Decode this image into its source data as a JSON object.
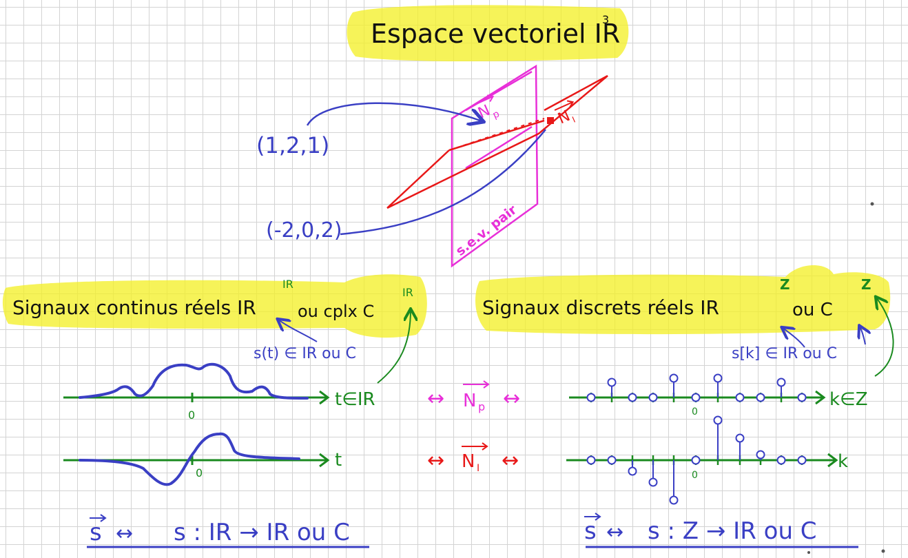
{
  "colors": {
    "highlight": "#f4f02a",
    "blue": "#3a3fc4",
    "green": "#1a8a1f",
    "magenta": "#e82fd8",
    "red": "#e81818",
    "black": "#111111"
  },
  "title": {
    "main": "Espace vectoriel IR",
    "exp": "3"
  },
  "plane": {
    "vec_label": "N",
    "vec_sub_p": "p",
    "vec_sub_i": "I",
    "subspace_label": "s.e.v. pair"
  },
  "points": {
    "p1": "(1,2,1)",
    "p2": "(-2,0,2)"
  },
  "continuous": {
    "heading_part1": "Signaux continus réels IR",
    "heading_sup1": "IR",
    "heading_part2": "ou cplx C",
    "heading_sup2": "IR",
    "membership": "s(t) ∈ IR ou C",
    "axis1_label": "t∈IR",
    "axis2_label": "t",
    "origin": "0",
    "mapping": "s : IR → IR ou C",
    "vec_s": "s"
  },
  "discrete": {
    "heading_part1": "Signaux discrets réels IR",
    "heading_sup1": "Z",
    "heading_part2": "ou C",
    "heading_sup2": "Z",
    "membership": "s[k] ∈ IR ou C",
    "axis1_label": "k∈Z",
    "axis2_label": "k",
    "origin": "0",
    "mapping": "s : Z → IR ou C",
    "vec_s": "s"
  },
  "middle": {
    "arrow_left": "↔",
    "arrow_right": "↔",
    "vec_label": "N",
    "sub_p": "p",
    "sub_i": "I"
  }
}
